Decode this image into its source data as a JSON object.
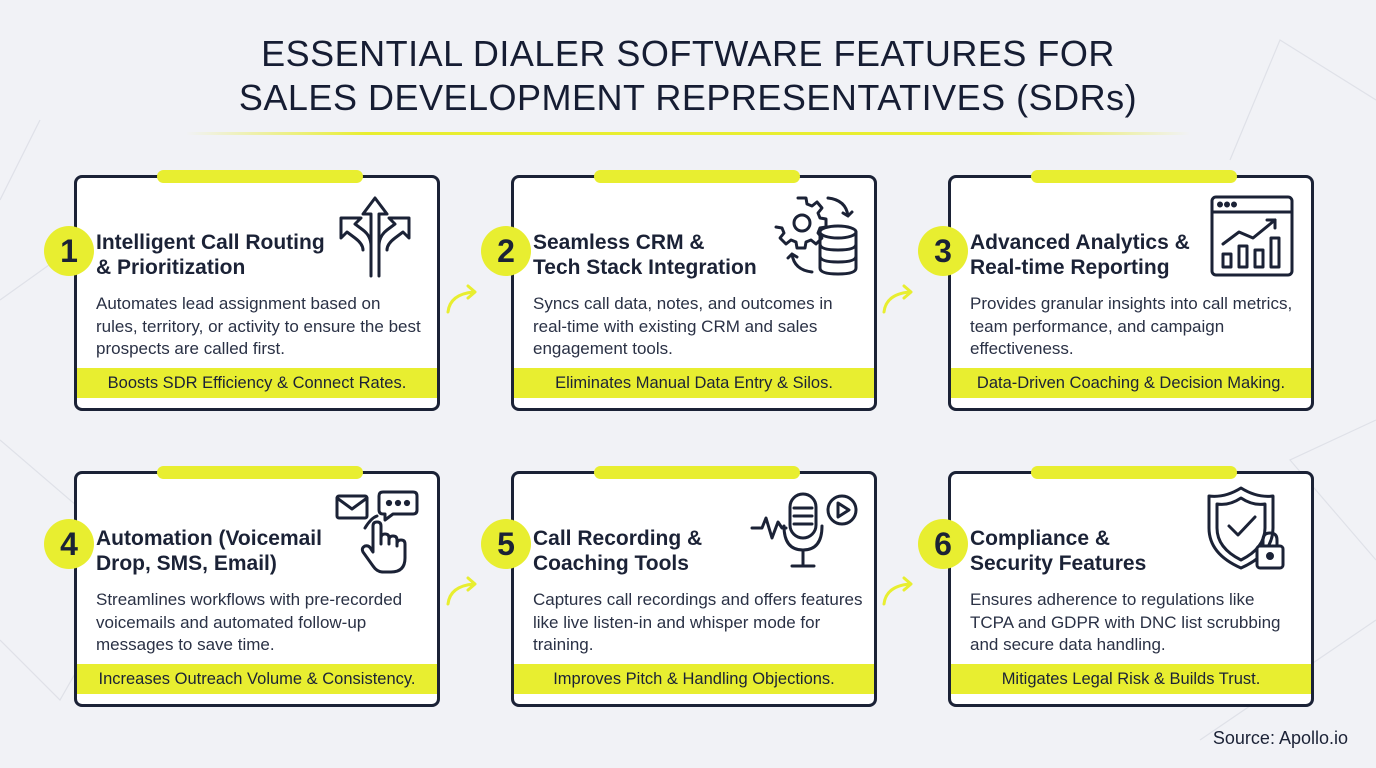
{
  "title_line1": "ESSENTIAL DIALER SOFTWARE FEATURES FOR",
  "title_line2": "SALES DEVELOPMENT REPRESENTATIVES (SDRs)",
  "source": "Source: Apollo.io",
  "colors": {
    "accent": "#e8ee30",
    "ink": "#1b2236",
    "background": "#f1f2f6"
  },
  "features": [
    {
      "number": "1",
      "head_line1": "Intelligent Call Routing",
      "head_line2": "& Prioritization",
      "body": "Automates lead assignment based on rules, territory, or activity to ensure the best prospects are called first.",
      "benefit": "Boosts SDR Efficiency & Connect Rates.",
      "icon": "routing-arrows-icon"
    },
    {
      "number": "2",
      "head_line1": "Seamless CRM &",
      "head_line2": "Tech Stack Integration",
      "body": "Syncs call data, notes, and outcomes in real-time with existing CRM and sales engagement tools.",
      "benefit": "Eliminates Manual Data Entry & Silos.",
      "icon": "gear-database-sync-icon"
    },
    {
      "number": "3",
      "head_line1": "Advanced Analytics &",
      "head_line2": "Real-time Reporting",
      "body": "Provides granular insights into call metrics, team performance, and campaign effectiveness.",
      "benefit": "Data-Driven Coaching & Decision Making.",
      "icon": "analytics-dashboard-icon"
    },
    {
      "number": "4",
      "head_line1": "Automation (Voicemail",
      "head_line2": "Drop, SMS, Email)",
      "body": "Streamlines workflows with pre-recorded voicemails and automated follow-up messages to save time.",
      "benefit": "Increases Outreach Volume & Consistency.",
      "icon": "message-tap-icon"
    },
    {
      "number": "5",
      "head_line1": "Call Recording &",
      "head_line2": "Coaching Tools",
      "body": "Captures call recordings and offers features like live listen-in and whisper mode for training.",
      "benefit": "Improves Pitch & Handling Objections.",
      "icon": "microphone-play-icon"
    },
    {
      "number": "6",
      "head_line1": "Compliance &",
      "head_line2": "Security Features",
      "body": "Ensures adherence to regulations like TCPA and GDPR with DNC list scrubbing and secure data handling.",
      "benefit": "Mitigates Legal Risk & Builds Trust.",
      "icon": "shield-lock-icon"
    }
  ]
}
